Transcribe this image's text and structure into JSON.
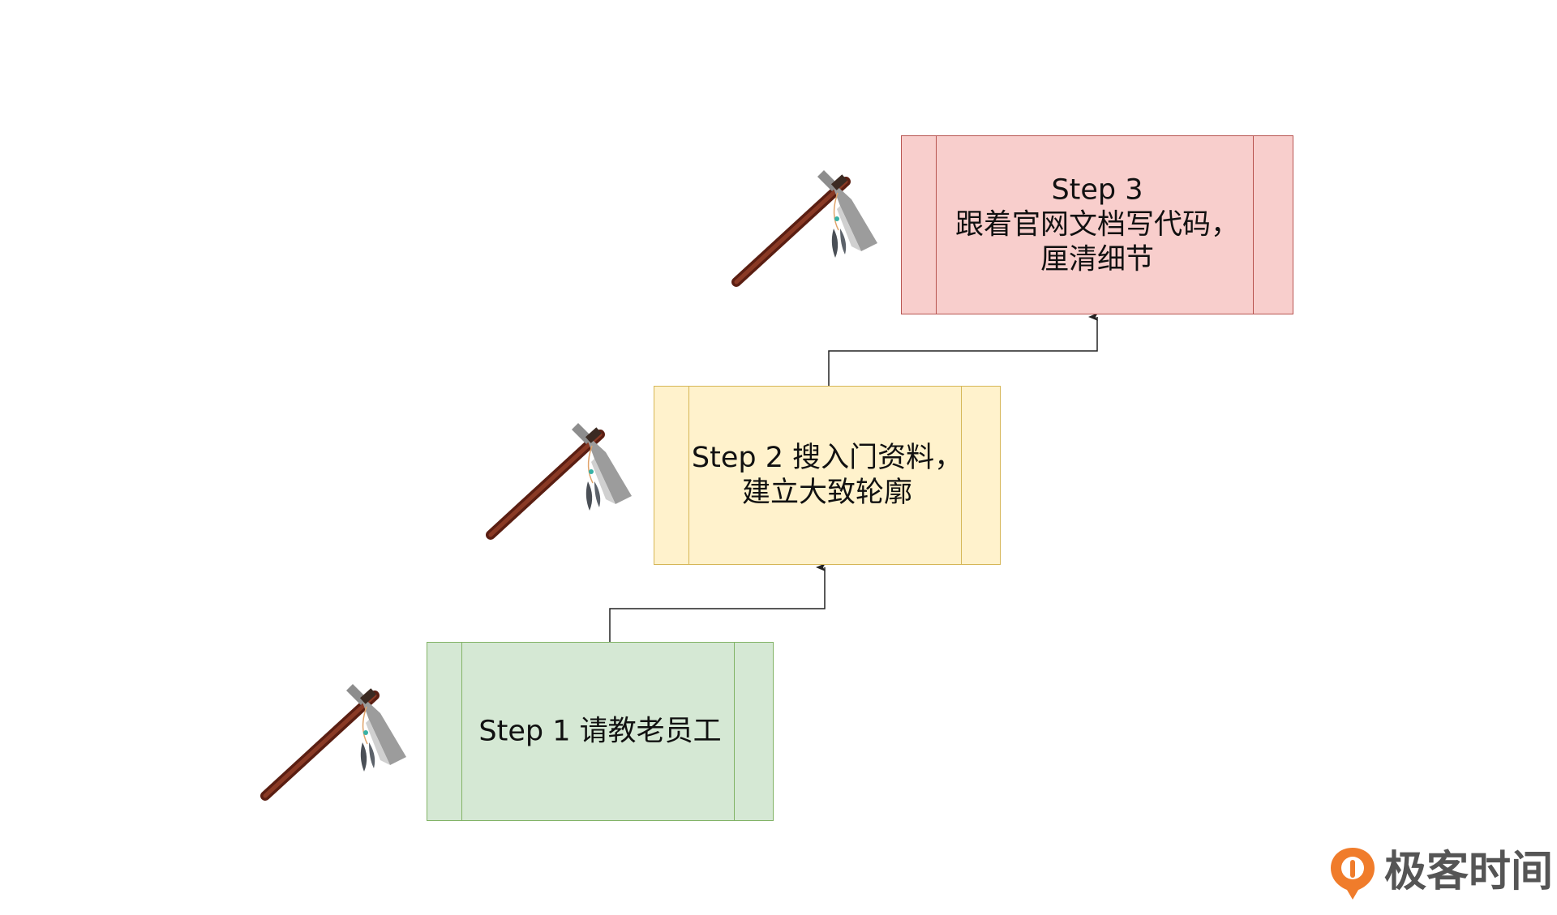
{
  "steps": [
    {
      "lines": [
        "Step 1 请教老员工"
      ],
      "fill": "#d5e8d4",
      "stroke": "#82b366"
    },
    {
      "lines": [
        "Step 2 搜入门资料，",
        "建立大致轮廓"
      ],
      "fill": "#fff2cc",
      "stroke": "#d6b656"
    },
    {
      "lines": [
        "Step 3",
        "跟着官网文档写代码，",
        "厘清细节"
      ],
      "fill": "#f8cecc",
      "stroke": "#b85450"
    }
  ],
  "icons": [
    "tomahawk-icon",
    "tomahawk-icon",
    "tomahawk-icon"
  ],
  "brand": {
    "name": "极客时间",
    "color": "#f07c2b"
  },
  "connector_color": "#222222"
}
